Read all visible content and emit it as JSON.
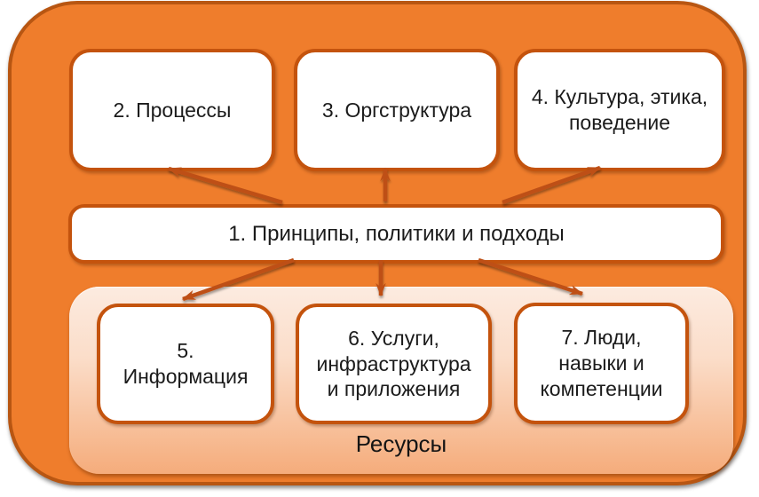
{
  "diagram": {
    "center_box": {
      "label": "1. Принципы, политики и подходы"
    },
    "top_row": [
      {
        "label": "2. Процессы"
      },
      {
        "label": "3. Оргструктура"
      },
      {
        "label": "4. Культура, этика,\nповедение"
      }
    ],
    "resources": {
      "label": "Ресурсы",
      "boxes": [
        {
          "label": "5.\nИнформация"
        },
        {
          "label": "6. Услуги,\nинфраструктура\nи приложения"
        },
        {
          "label": "7. Люди,\nнавыки и\nкомпетенции"
        }
      ]
    }
  },
  "colors": {
    "container_fill": "#EF7D2C",
    "container_border": "#B85612",
    "box_border": "#C4530D",
    "box_fill": "#FFFFFF",
    "arrow": "#BE5014",
    "resources_gradient_top": "#FCEBE0",
    "resources_gradient_bottom": "#F5AC7B",
    "text": "#1B1B1B"
  }
}
